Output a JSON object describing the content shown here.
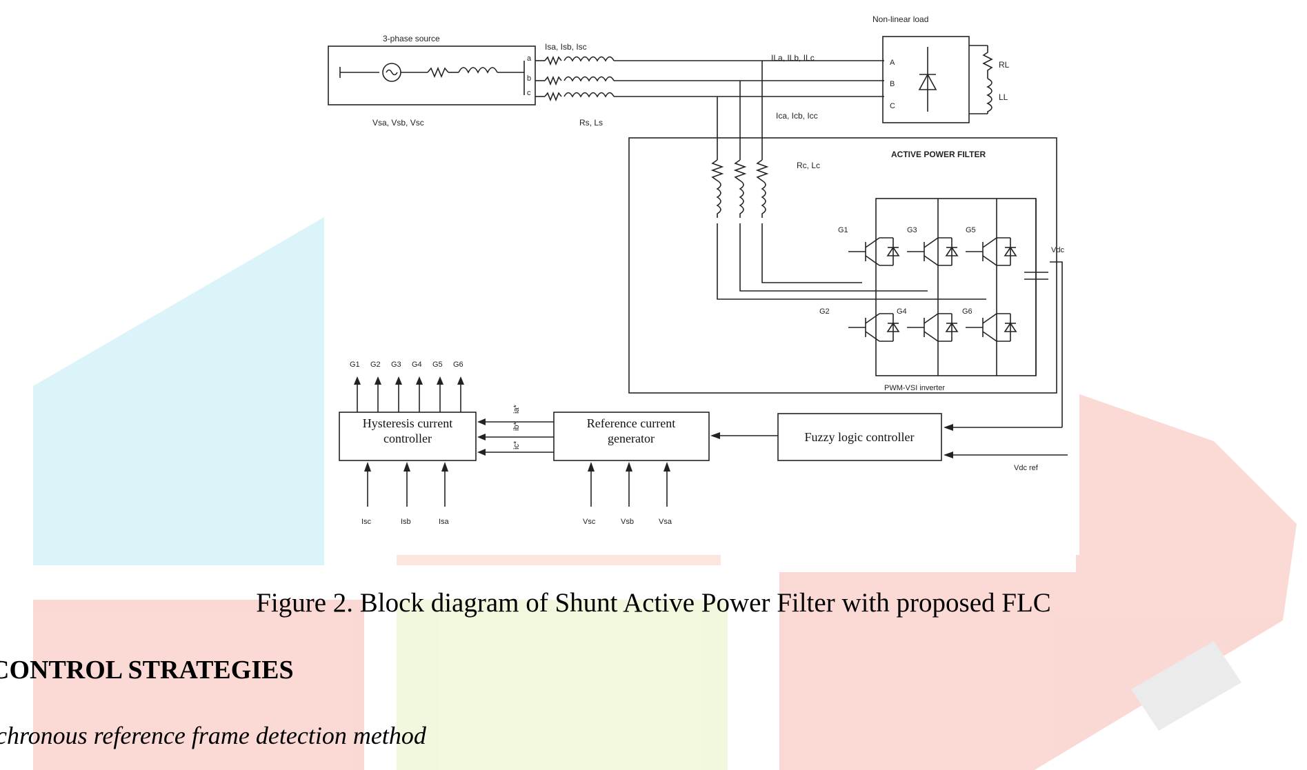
{
  "figure": {
    "caption": "Figure 2. Block diagram of Shunt Active Power Filter with proposed FLC",
    "labels": {
      "source": "3-phase source",
      "source_voltages": "Vsa, Vsb, Vsc",
      "source_currents": "Isa, Isb, Isc",
      "source_impedance": "Rs, Ls",
      "phase_a": "a",
      "phase_b": "b",
      "phase_c": "c",
      "load_currents": "ILa, ILb, ILc",
      "load": "Non-linear load",
      "load_phase_a": "A",
      "load_phase_b": "B",
      "load_phase_c": "C",
      "load_r": "RL",
      "load_l": "LL",
      "filter_currents": "Ica, Icb, Icc",
      "filter_impedance": "Rc, Lc",
      "apf_title": "ACTIVE POWER FILTER",
      "inverter": "PWM-VSI inverter",
      "vdc": "Vdc",
      "vdc_ref": "Vdc ref",
      "gates": [
        "G1",
        "G2",
        "G3",
        "G4",
        "G5",
        "G6"
      ],
      "ref_currents": [
        "ic*",
        "ib*",
        "ia*"
      ],
      "hcc_inputs": [
        "Isc",
        "Isb",
        "Isa"
      ],
      "rcg_inputs": [
        "Vsc",
        "Vsb",
        "Vsa"
      ]
    },
    "blocks": {
      "hysteresis": [
        "Hysteresis current",
        "controller"
      ],
      "reference": [
        "Reference current",
        "generator"
      ],
      "flc": "Fuzzy logic controller"
    }
  },
  "text": {
    "section_heading": "CONTROL STRATEGIES",
    "subsection_heading": "chronous reference frame detection method"
  },
  "colors": {
    "watermark_cyan": "#7fd9ec",
    "watermark_red": "#f07a6a",
    "watermark_green": "#cfe88a",
    "watermark_orange": "#f5a58a"
  }
}
